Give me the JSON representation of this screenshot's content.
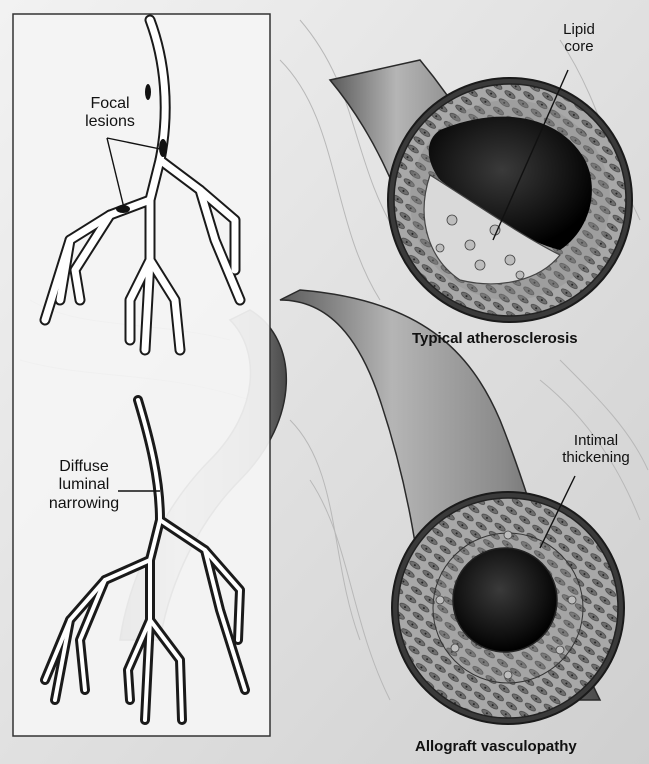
{
  "figure": {
    "panel_left": {
      "top_label": "Focal\nlesions",
      "bottom_label": "Diffuse\nluminal\nnarrowing"
    },
    "cross_section_top": {
      "label": "Lipid\ncore",
      "caption": "Typical atherosclerosis"
    },
    "cross_section_bottom": {
      "label": "Intimal\nthickening",
      "caption": "Allograft vasculopathy"
    }
  },
  "colors": {
    "ink": "#111111",
    "vessel_fill": "#ffffff",
    "background_tissue": "#dcdcdc",
    "wall_fill": "#9a9a9a",
    "lumen_dark": "#1a1a1a"
  }
}
